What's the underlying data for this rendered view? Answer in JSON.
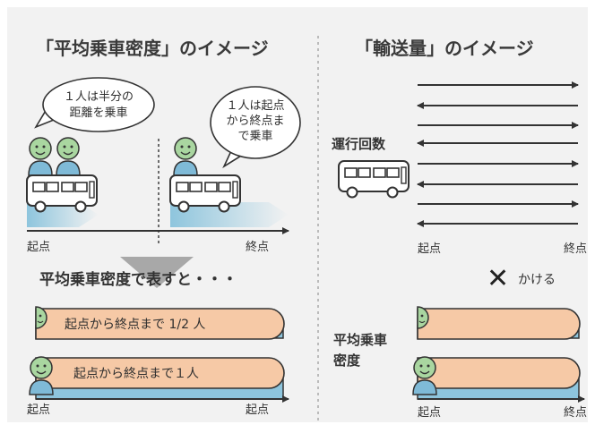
{
  "left": {
    "title": "「平均乗車密度」のイメージ",
    "bubble_left": [
      "１人は半分の",
      "距離を乗車"
    ],
    "bubble_right": [
      "１人は起点",
      "から終点ま",
      "で乗車"
    ],
    "start_label": "起点",
    "end_label": "終点",
    "summary": "平均乗車密度で表すと・・・",
    "bars": [
      {
        "text": "起点から終点まで 1/2 人"
      },
      {
        "text": "起点から終点まで１人"
      }
    ],
    "bottom_start": "起点",
    "bottom_end": "起点"
  },
  "right": {
    "title": "「輸送量」のイメージ",
    "trips_label": "運行回数",
    "start_label": "起点",
    "end_label": "終点",
    "multiply_symbol": "✕",
    "multiply_text": "かける",
    "density_label": [
      "平均乗車",
      "密度"
    ],
    "bottom_start": "起点",
    "bottom_end": "終点"
  },
  "colors": {
    "background": "#f2f2f2",
    "bar_orange": "#f6c9a6",
    "bar_blue": "#8ec5dd",
    "face": "#a9d6a0",
    "body_blue": "#7fbad7"
  }
}
